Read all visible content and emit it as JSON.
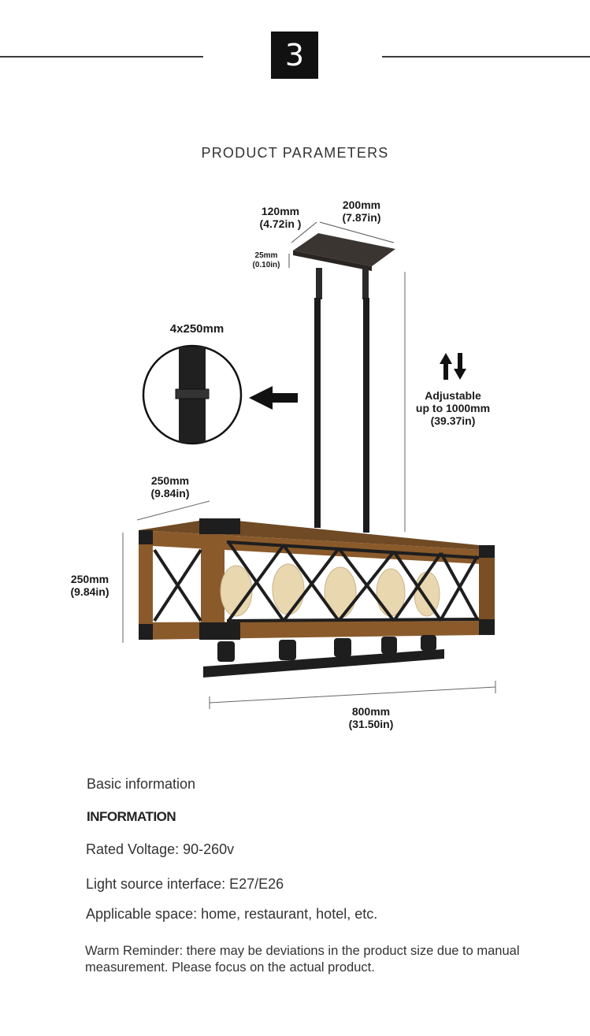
{
  "header": {
    "step_number": "3"
  },
  "section": {
    "title": "PRODUCT PARAMETERS"
  },
  "dimensions": {
    "canopy_depth": [
      "120mm",
      "(4.72in )"
    ],
    "canopy_width": [
      "200mm",
      "(7.87in)"
    ],
    "canopy_height": [
      "25mm",
      "(0.10in)"
    ],
    "rod": "4x250mm",
    "adjustable": [
      "Adjustable",
      "up to 1000mm",
      "(39.37in)"
    ],
    "body_depth": [
      "250mm",
      "(9.84in)"
    ],
    "body_height": [
      "250mm",
      "(9.84in)"
    ],
    "body_length": [
      "800mm",
      "(31.50in)"
    ]
  },
  "info": {
    "basic_label": "Basic information",
    "heading": "INFORMATION",
    "rows": [
      "Rated Voltage: 90-260v",
      "Light source interface: E27/E26",
      "Applicable space: home, restaurant, hotel, etc."
    ],
    "warm_reminder": "Warm Reminder: there may be deviations in the product size due to manual measurement. Please focus on the actual product."
  },
  "colors": {
    "wood": "#8a5a2b",
    "metal": "#1e1e1e",
    "bulb": "#e9d7b0"
  }
}
